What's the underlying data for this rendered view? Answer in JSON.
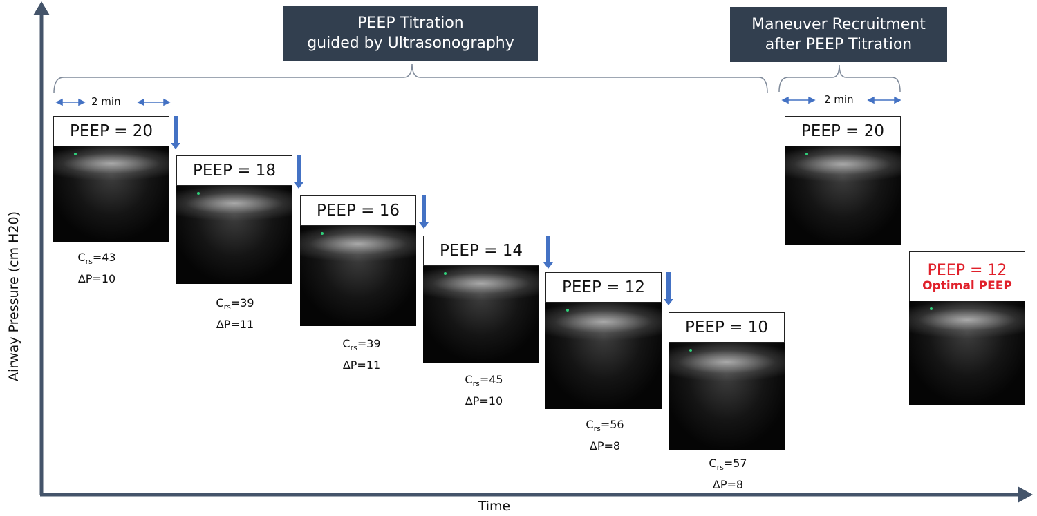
{
  "axes": {
    "y_label": "Airway Pressure (cm H20)",
    "x_label": "Time",
    "color": "#44546a"
  },
  "phases": [
    {
      "title_line1": "PEEP Titration",
      "title_line2": "guided by Ultrasonography",
      "duration": "2 min"
    },
    {
      "title_line1": "Maneuver Recruitment",
      "title_line2": "after PEEP Titration",
      "duration": "2 min"
    }
  ],
  "metric_labels": {
    "crs_base": "C",
    "crs_sub": "rs"
  },
  "steps": [
    {
      "peep": "PEEP = 20",
      "crs": "=43",
      "dp": "ΔP=10"
    },
    {
      "peep": "PEEP = 18",
      "crs": "=39",
      "dp": "ΔP=11"
    },
    {
      "peep": "PEEP = 16",
      "crs": "=39",
      "dp": "ΔP=11"
    },
    {
      "peep": "PEEP = 14",
      "crs": "=45",
      "dp": "ΔP=10"
    },
    {
      "peep": "PEEP = 12",
      "crs": "=56",
      "dp": "ΔP=8"
    },
    {
      "peep": "PEEP = 10",
      "crs": "=57",
      "dp": "ΔP=8"
    }
  ],
  "recruitment": {
    "peep": "PEEP = 20"
  },
  "optimal": {
    "peep": "PEEP = 12",
    "label": "Optimal PEEP",
    "color": "#e0202a"
  },
  "colors": {
    "title_bg": "#323f4f",
    "arrow": "#4472c4"
  }
}
